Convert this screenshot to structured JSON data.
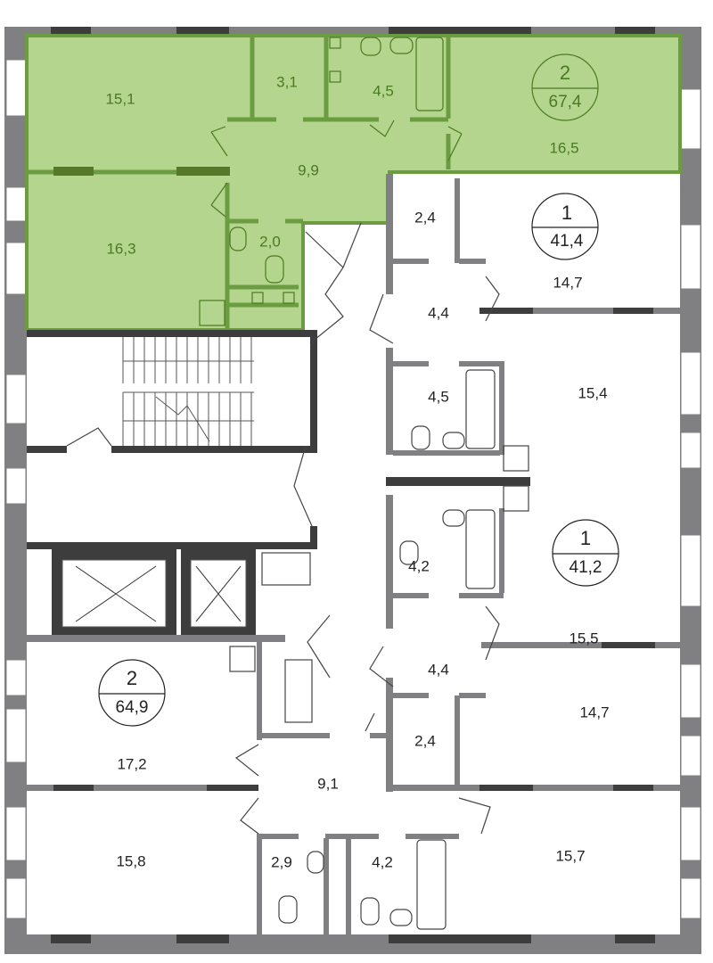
{
  "colors": {
    "selected_fill": "#b3d58d",
    "selected_wall": "#6b9c41",
    "selected_text": "#4b7a22",
    "wall": "#808083",
    "dark_wall": "#3d3d3d"
  },
  "apartments": [
    {
      "rooms": "2",
      "area": "67,4",
      "selected": true
    },
    {
      "rooms": "1",
      "area": "41,4",
      "selected": false
    },
    {
      "rooms": "1",
      "area": "41,2",
      "selected": false
    },
    {
      "rooms": "2",
      "area": "64,9",
      "selected": false
    }
  ],
  "rooms": [
    "15,1",
    "3,1",
    "4,5",
    "16,5",
    "9,9",
    "16,3",
    "2,0",
    "2,4",
    "14,7",
    "4,4",
    "15,4",
    "4,5",
    "4,2",
    "15,5",
    "4,4",
    "14,7",
    "2,4",
    "17,2",
    "9,1",
    "15,8",
    "2,9",
    "4,2",
    "15,7"
  ]
}
